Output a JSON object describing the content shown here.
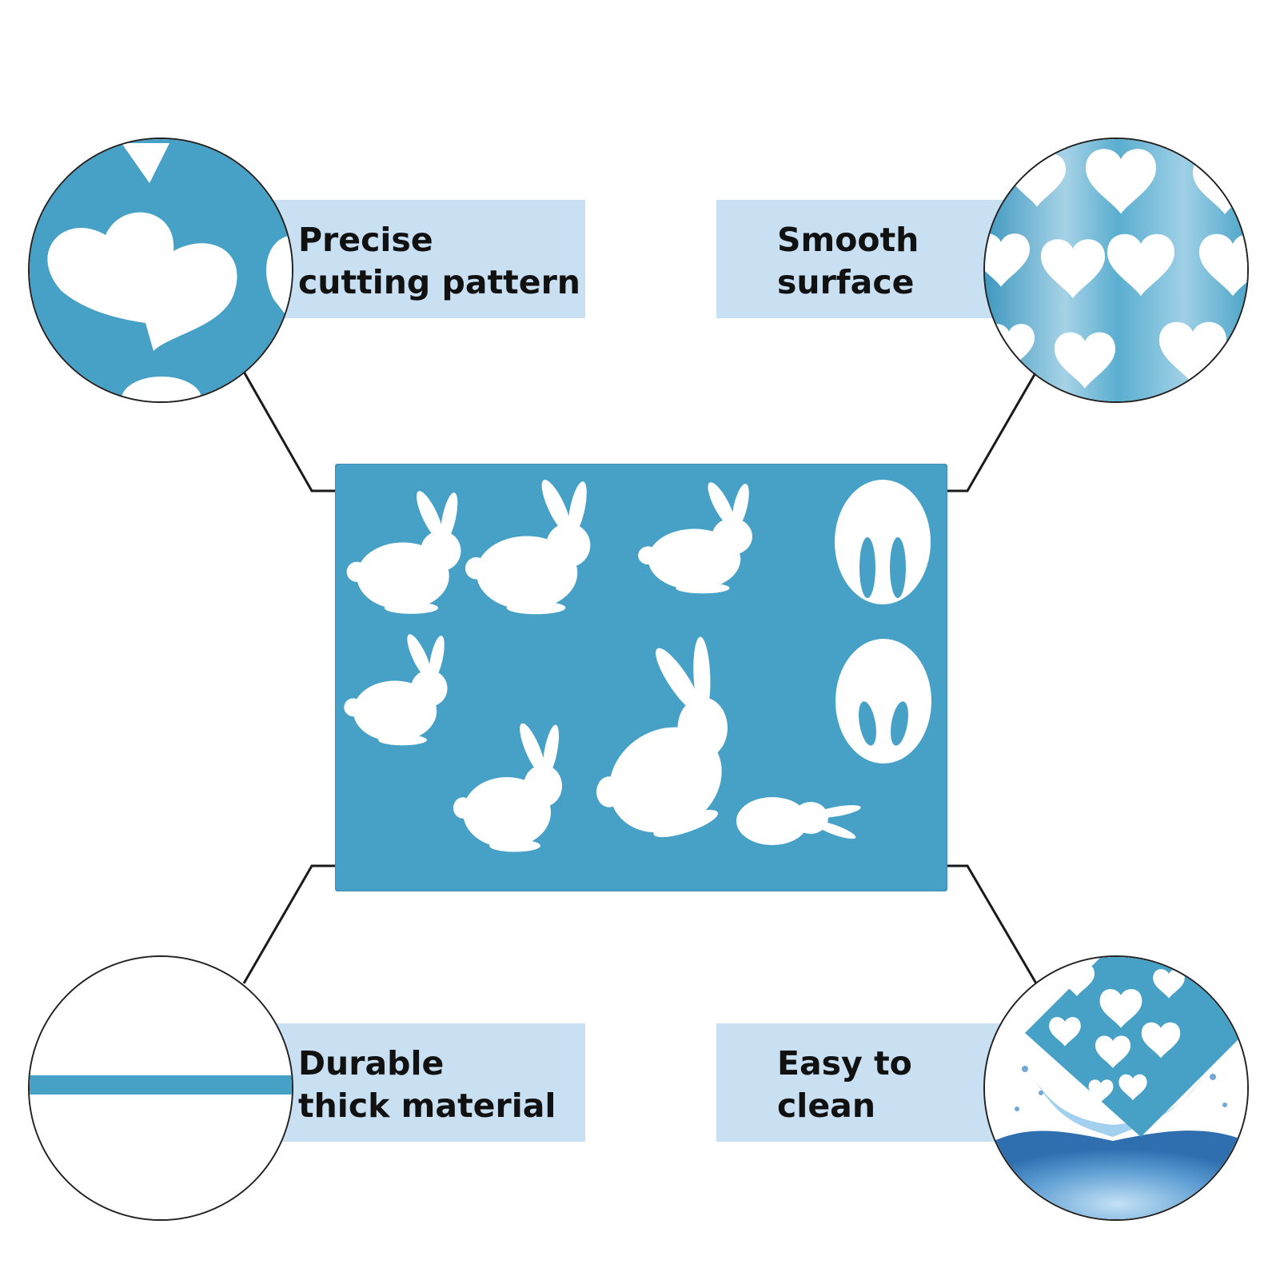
{
  "colors": {
    "stencil_blue": "#47a1c7",
    "label_bg": "#c9e0f3",
    "text": "#111111",
    "line": "#1a1a1a"
  },
  "features": {
    "top_left": {
      "lines": [
        "Precise",
        "cutting pattern"
      ],
      "icon": "hearts-closeup-icon"
    },
    "top_right": {
      "lines": [
        "Smooth",
        "surface"
      ],
      "icon": "glossy-hearts-icon"
    },
    "bottom_left": {
      "lines": [
        "Durable",
        "thick material"
      ],
      "icon": "thickness-strip-icon"
    },
    "bottom_right": {
      "lines": [
        "Easy to",
        "clean"
      ],
      "icon": "water-splash-icon"
    }
  },
  "stencil": {
    "icon": "bunny-stencil-icon"
  }
}
